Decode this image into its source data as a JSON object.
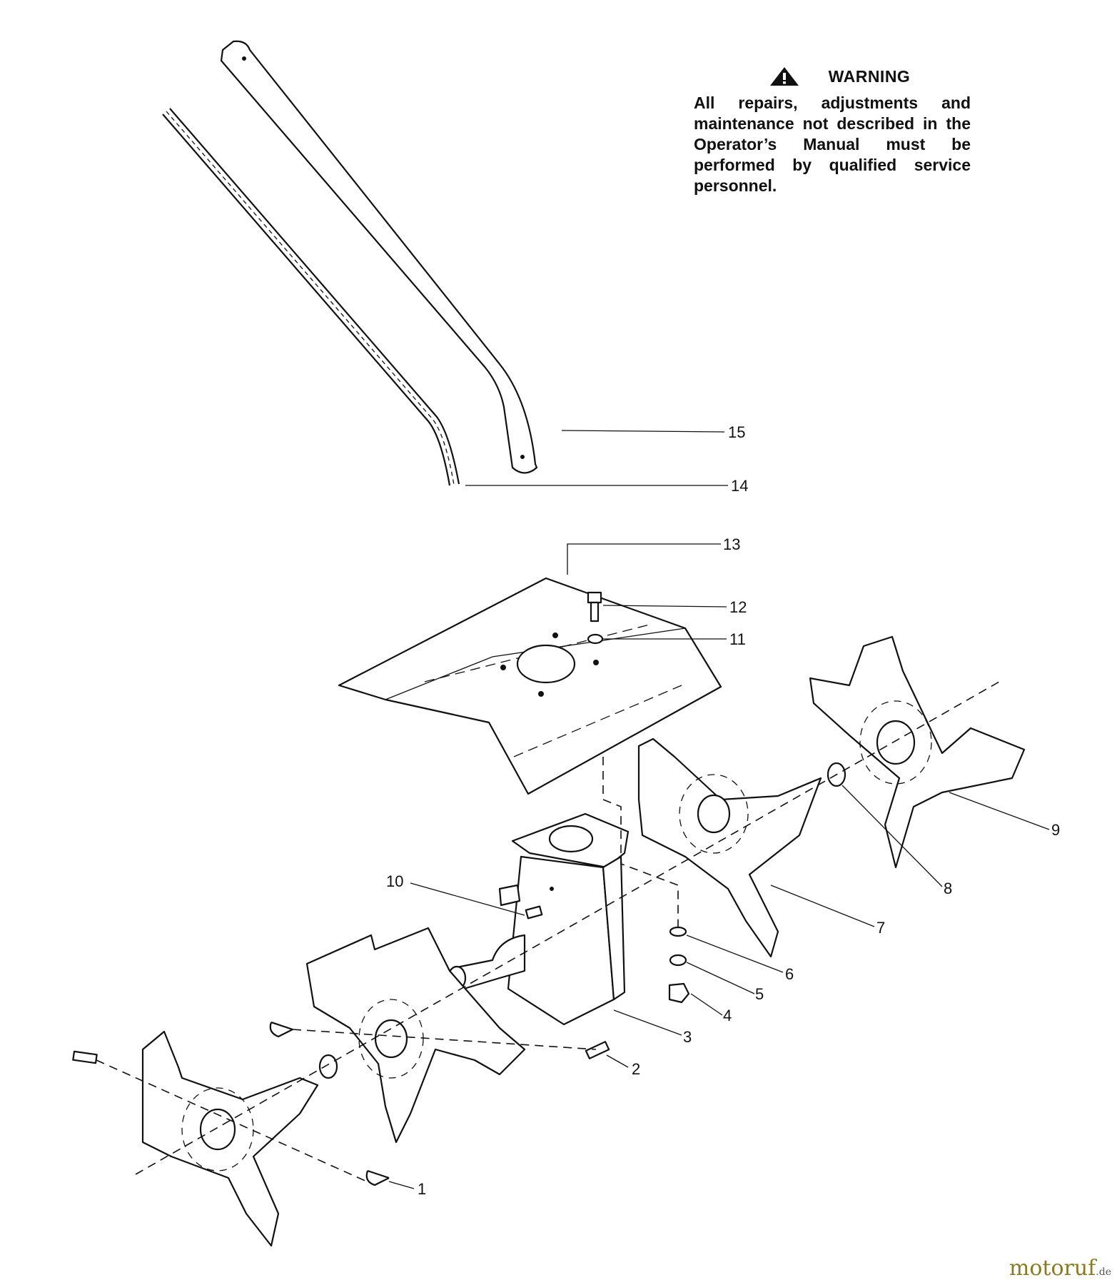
{
  "warning": {
    "title": "WARNING",
    "icon": "warning-triangle-icon",
    "text": "All repairs, adjustments and maintenance not described in the Operator’s Manual must be performed by qualified service personnel."
  },
  "callouts": [
    "1",
    "2",
    "3",
    "4",
    "5",
    "6",
    "7",
    "8",
    "9",
    "10",
    "11",
    "12",
    "13",
    "14",
    "15"
  ],
  "logo": {
    "main": "motoruf",
    "tld": ".de"
  }
}
